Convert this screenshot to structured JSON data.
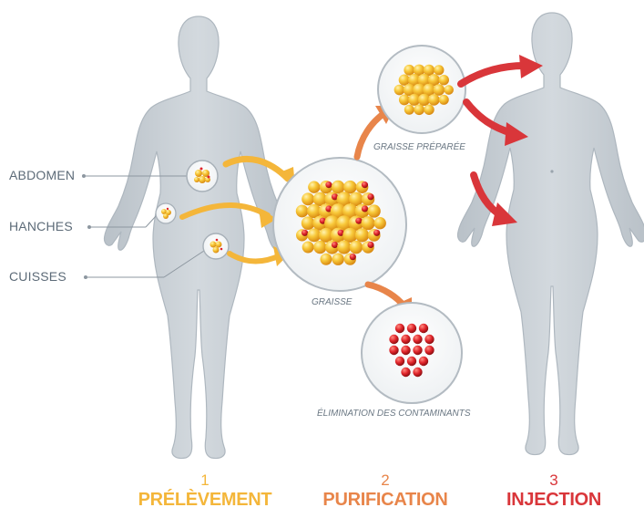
{
  "labels": {
    "abdomen": "ABDOMEN",
    "hanches": "HANCHES",
    "cuisses": "CUISSES"
  },
  "captions": {
    "graisse": "GRAISSE",
    "graisse_preparee": "GRAISSE PRÉPARÉE",
    "elimination": "ÉLIMINATION DES CONTAMINANTS"
  },
  "steps": [
    {
      "number": "1",
      "name": "PRÉLÈVEMENT",
      "color": "#f4b63a"
    },
    {
      "number": "2",
      "name": "PURIFICATION",
      "color": "#e8854a"
    },
    {
      "number": "3",
      "name": "INJECTION",
      "color": "#d9363a"
    }
  ],
  "colors": {
    "body": "#c9d0d6",
    "body_outline": "#aeb7bf",
    "fat_yellow": "#f5c234",
    "contaminant_red": "#e0252b",
    "arrow_orange": "#e8854a",
    "arrow_red": "#d9363a",
    "arrow_yellow": "#f4b63a"
  },
  "icons": {
    "body_left": "human-body-silhouette",
    "body_right": "human-body-silhouette",
    "fat_cluster": "fat-cells-cluster"
  }
}
